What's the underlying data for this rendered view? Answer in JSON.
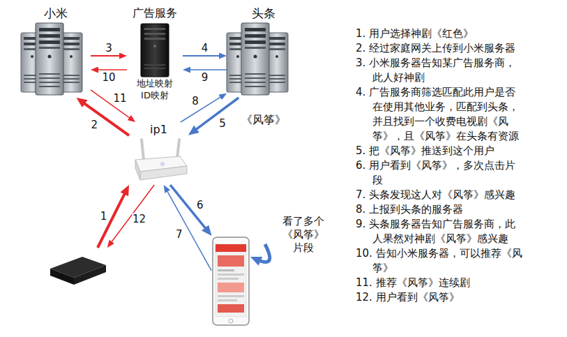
{
  "diagram": {
    "nodes": [
      {
        "text": [
          "小米"
        ]
      },
      {
        "text": [
          "广告服务",
          "地址映射 ID映射"
        ]
      },
      {
        "text": [
          "头条"
        ]
      },
      {
        "text": [
          "ip1"
        ]
      },
      {
        "text": []
      },
      {
        "text": [
          "看了多个《风筝》片段"
        ]
      }
    ],
    "edges": [
      {
        "from": 4,
        "to": 3,
        "label": "1",
        "arrow": "to"
      },
      {
        "from": 3,
        "to": 0,
        "label": "2",
        "arrow": "to"
      },
      {
        "from": 0,
        "to": 1,
        "label": "3",
        "arrow": "to"
      },
      {
        "from": 1,
        "to": 2,
        "label": "4",
        "arrow": "to"
      },
      {
        "from": 2,
        "to": 3,
        "label": "5",
        "arrow": "to"
      },
      {
        "from": 3,
        "to": 5,
        "label": "6",
        "arrow": "to"
      },
      {
        "from": 5,
        "to": 3,
        "label": "7",
        "arrow": "to"
      },
      {
        "from": 3,
        "to": 2,
        "label": "8",
        "arrow": "to"
      },
      {
        "from": 2,
        "to": 1,
        "label": "9",
        "arrow": "to"
      },
      {
        "from": 1,
        "to": 0,
        "label": "10",
        "arrow": "to"
      },
      {
        "from": 0,
        "to": 3,
        "label": "11",
        "arrow": "to"
      },
      {
        "from": 3,
        "to": 4,
        "label": "12",
        "arrow": "to"
      }
    ],
    "labels": [
      "《风筝》",
      "1. 用户选择神剧《红色》",
      "2. 经过家庭网关上传到小米服务器",
      "3. 小米服务器告知某广告服务商， 此人好神剧",
      "4. 广告服务商筛选匹配此用户是否 在使用其他业务，匹配到头条， 并且找到一个收费电视剧《风 筝》，且《风筝》在头条有资源",
      "5. 把《风筝》推送到这个用户",
      "6. 用户看到《风筝》，多次点击片 段",
      "7. 头条发现这人对《风筝》感兴趣",
      "8. 上报到头条的服务器",
      "9. 头条服务器告知广告服务商，此 人果然对神剧《风筝》感兴趣",
      "10. 告知小米服务器，可以推荐《风 筝》",
      "11. 推荐《风筝》连续剧",
      "12. 用户看到《风筝》"
    ]
  }
}
